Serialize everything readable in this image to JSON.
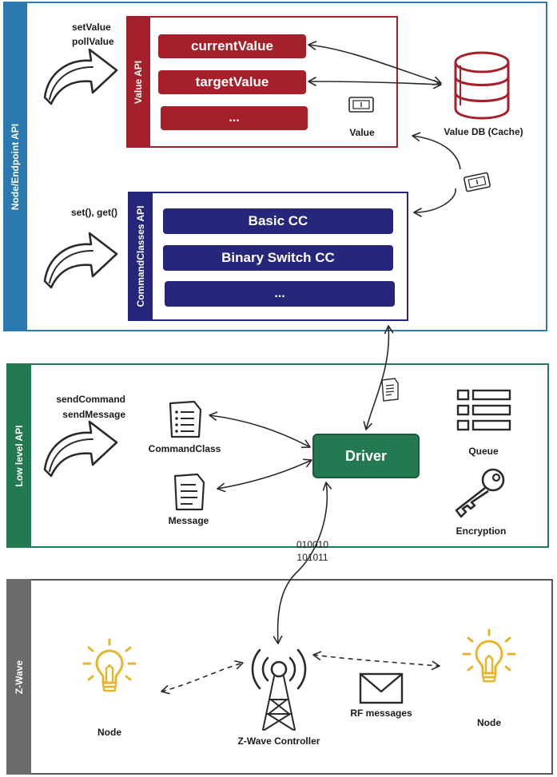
{
  "sections": {
    "node_api": {
      "label": "Node/Endpoint API",
      "color": "#2a7ab0"
    },
    "low_level": {
      "label": "Low level API",
      "color": "#237a50"
    },
    "zwave": {
      "label": "Z-Wave",
      "color": "#6b6b6b"
    }
  },
  "value_api": {
    "label": "Value API",
    "color": "#a5202a",
    "items": [
      "currentValue",
      "targetValue",
      "..."
    ],
    "caller_methods": [
      "setValue",
      "pollValue"
    ]
  },
  "value_db": {
    "caption": "Value DB (Cache)"
  },
  "value_icon_caption": "Value",
  "cc_api": {
    "label": "CommandClasses API",
    "color": "#26267a",
    "items": [
      "Basic CC",
      "Binary Switch CC",
      "..."
    ],
    "caller_methods": "set(), get()"
  },
  "low_level_api": {
    "methods": [
      "sendCommand",
      "sendMessage"
    ],
    "commandclass_caption": "CommandClass",
    "message_caption": "Message",
    "driver_label": "Driver",
    "queue_caption": "Queue",
    "encryption_caption": "Encryption"
  },
  "bits": [
    "010010",
    "101011"
  ],
  "zwave": {
    "node_left_caption": "Node",
    "node_right_caption": "Node",
    "controller_caption": "Z-Wave Controller",
    "rf_caption": "RF messages"
  },
  "colors": {
    "bulb": "#e6b52c",
    "ink": "#2a2a2a",
    "driver": "#237a50"
  }
}
